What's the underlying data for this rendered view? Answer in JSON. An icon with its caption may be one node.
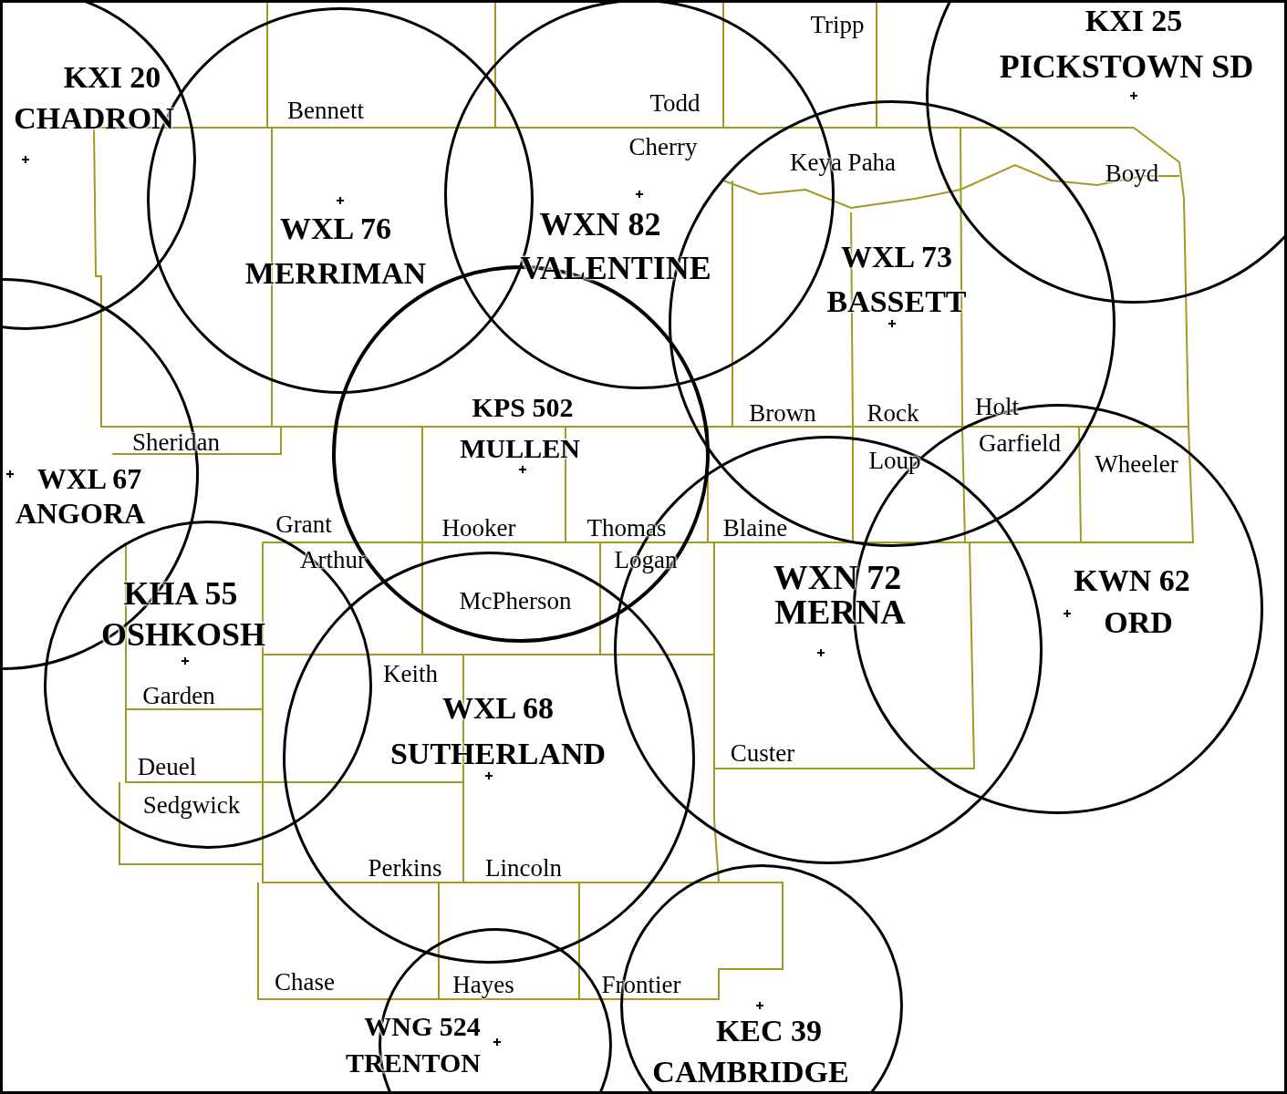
{
  "diagram": {
    "nodes": [
      {
        "text": [
          "KXI 20",
          "CHADRON"
        ]
      },
      {
        "text": [
          "KXI 25",
          "PICKSTOWN SD"
        ]
      },
      {
        "text": [
          "WXL 76",
          "MERRIMAN"
        ]
      },
      {
        "text": [
          "WXN 82",
          "VALENTINE"
        ]
      },
      {
        "text": [
          "WXL 73",
          "BASSETT"
        ]
      },
      {
        "text": [
          "KPS 502",
          "MULLEN"
        ]
      },
      {
        "text": [
          "WXL 67",
          "ANGORA"
        ]
      },
      {
        "text": [
          "KHA 55",
          "OSHKOSH"
        ]
      },
      {
        "text": [
          "WXL 68",
          "SUTHERLAND"
        ]
      },
      {
        "text": [
          "WXN 72",
          "MERNA"
        ]
      },
      {
        "text": [
          "KWN 62",
          "ORD"
        ]
      },
      {
        "text": [
          "WNG 524",
          "TRENTON"
        ]
      },
      {
        "text": [
          "KEC 39",
          "CAMBRIDGE"
        ]
      }
    ],
    "labels": [
      "Tripp",
      "Bennett",
      "Todd",
      "Cherry",
      "Keya Paha",
      "Boyd",
      "Sheridan",
      "Brown",
      "Rock",
      "Holt",
      "Loup",
      "Garfield",
      "Wheeler",
      "Grant",
      "Hooker",
      "Thomas",
      "Blaine",
      "Arthur",
      "Logan",
      "McPherson",
      "Garden",
      "Keith",
      "Deuel",
      "Custer",
      "Sedgwick",
      "Perkins",
      "Lincoln",
      "Chase",
      "Hayes",
      "Frontier"
    ]
  }
}
